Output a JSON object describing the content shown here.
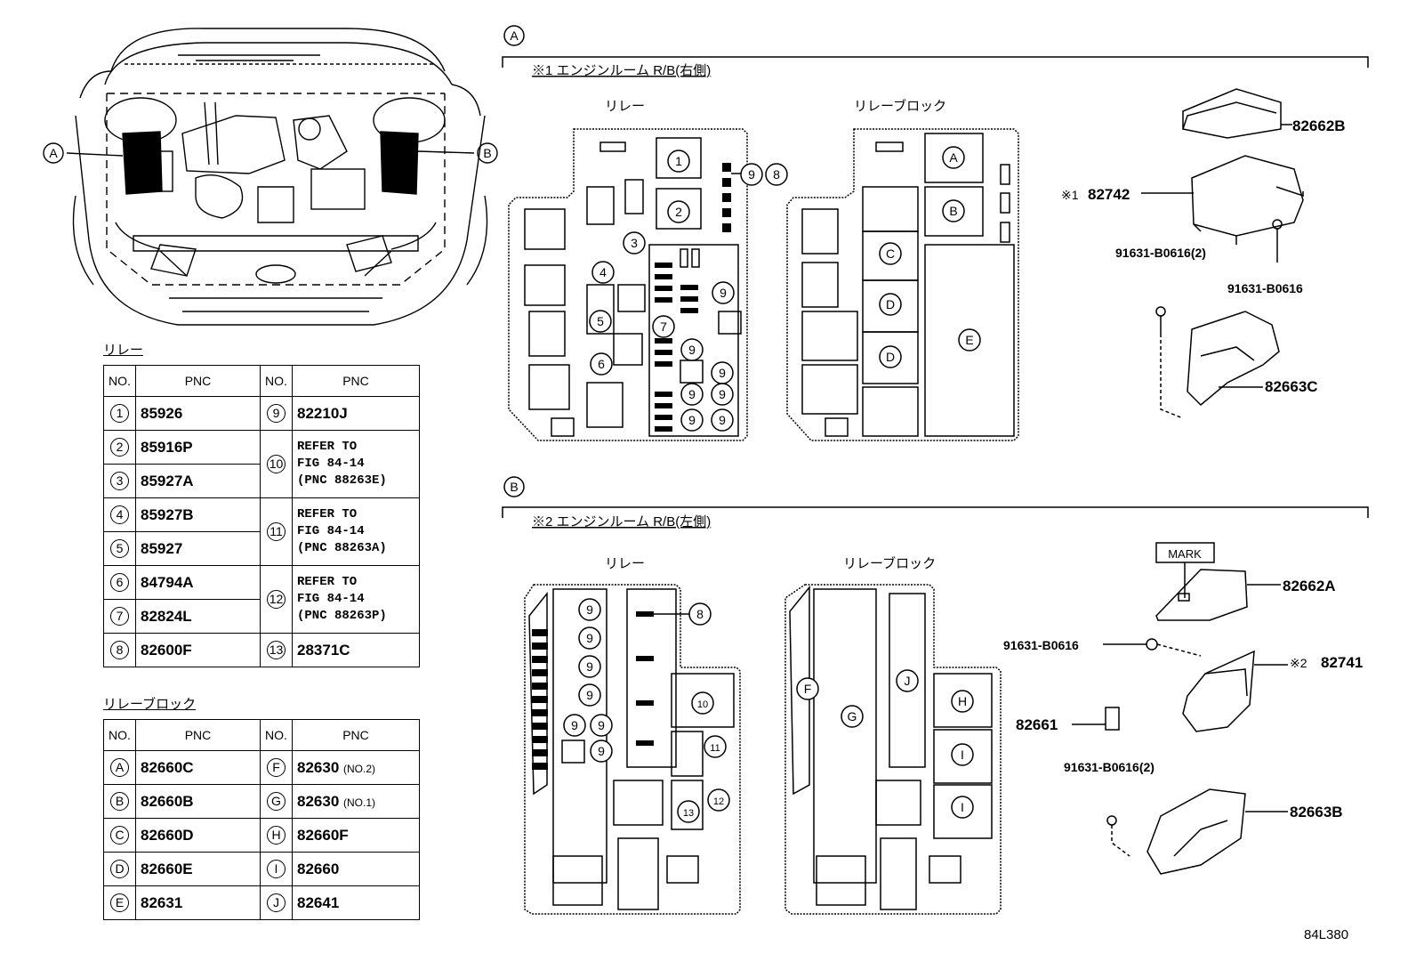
{
  "figure_code": "84L380",
  "overview": {
    "callout_a": "A",
    "callout_b": "B"
  },
  "relay_table": {
    "title": "リレー",
    "headers": {
      "no": "NO.",
      "pnc": "PNC"
    },
    "left": [
      {
        "no": "1",
        "pnc": "85926"
      },
      {
        "no": "2",
        "pnc": "85916P"
      },
      {
        "no": "3",
        "pnc": "85927A"
      },
      {
        "no": "4",
        "pnc": "85927B"
      },
      {
        "no": "5",
        "pnc": "85927"
      },
      {
        "no": "6",
        "pnc": "84794A"
      },
      {
        "no": "7",
        "pnc": "82824L"
      },
      {
        "no": "8",
        "pnc": "82600F"
      }
    ],
    "right": [
      {
        "no": "9",
        "pnc": "82210J"
      },
      {
        "no": "10",
        "line1": "REFER TO",
        "line2": "FIG 84-14",
        "line3": "(PNC 88263E)"
      },
      {
        "no": "11",
        "line1": "REFER TO",
        "line2": "FIG 84-14",
        "line3": "(PNC 88263A)"
      },
      {
        "no": "12",
        "line1": "REFER TO",
        "line2": "FIG 84-14",
        "line3": "(PNC 88263P)"
      },
      {
        "no": "13",
        "pnc": "28371C"
      }
    ]
  },
  "block_table": {
    "title": "リレーブロック",
    "headers": {
      "no": "NO.",
      "pnc": "PNC"
    },
    "left": [
      {
        "no": "A",
        "pnc": "82660C"
      },
      {
        "no": "B",
        "pnc": "82660B"
      },
      {
        "no": "C",
        "pnc": "82660D"
      },
      {
        "no": "D",
        "pnc": "82660E"
      },
      {
        "no": "E",
        "pnc": "82631"
      }
    ],
    "right": [
      {
        "no": "F",
        "pnc": "82630",
        "note": "(NO.2)"
      },
      {
        "no": "G",
        "pnc": "82630",
        "note": "(NO.1)"
      },
      {
        "no": "H",
        "pnc": "82660F",
        "note": ""
      },
      {
        "no": "I",
        "pnc": "82660",
        "note": ""
      },
      {
        "no": "J",
        "pnc": "82641",
        "note": ""
      }
    ]
  },
  "section_a": {
    "marker": "A",
    "title": "※1 エンジンルーム R/B(右側)",
    "relay_label": "リレー",
    "block_label": "リレーブロック",
    "relay_marks": [
      "1",
      "2",
      "3",
      "4",
      "5",
      "6",
      "7",
      "8",
      "9",
      "9",
      "9",
      "9",
      "9",
      "9",
      "9",
      "9"
    ],
    "block_marks": [
      "A",
      "B",
      "C",
      "D",
      "D",
      "E"
    ],
    "parts": {
      "cover": "82662B",
      "box": "82742",
      "box_prefix": "※1",
      "bolt_pair": "91631-B0616(2)",
      "bolt": "91631-B0616",
      "bracket": "82663C"
    }
  },
  "section_b": {
    "marker": "B",
    "title": "※2 エンジンルーム R/B(左側)",
    "relay_label": "リレー",
    "block_label": "リレーブロック",
    "relay_marks": [
      "9",
      "9",
      "9",
      "9",
      "9",
      "9",
      "9",
      "8",
      "10",
      "11",
      "12",
      "13"
    ],
    "block_marks": [
      "F",
      "G",
      "H",
      "I",
      "I",
      "J"
    ],
    "parts": {
      "mark": "MARK",
      "cover": "82662A",
      "bolt": "91631-B0616",
      "box": "82741",
      "box_prefix": "※2",
      "connector": "82661",
      "bolt_pair": "91631-B0616(2)",
      "bracket": "82663B"
    }
  }
}
